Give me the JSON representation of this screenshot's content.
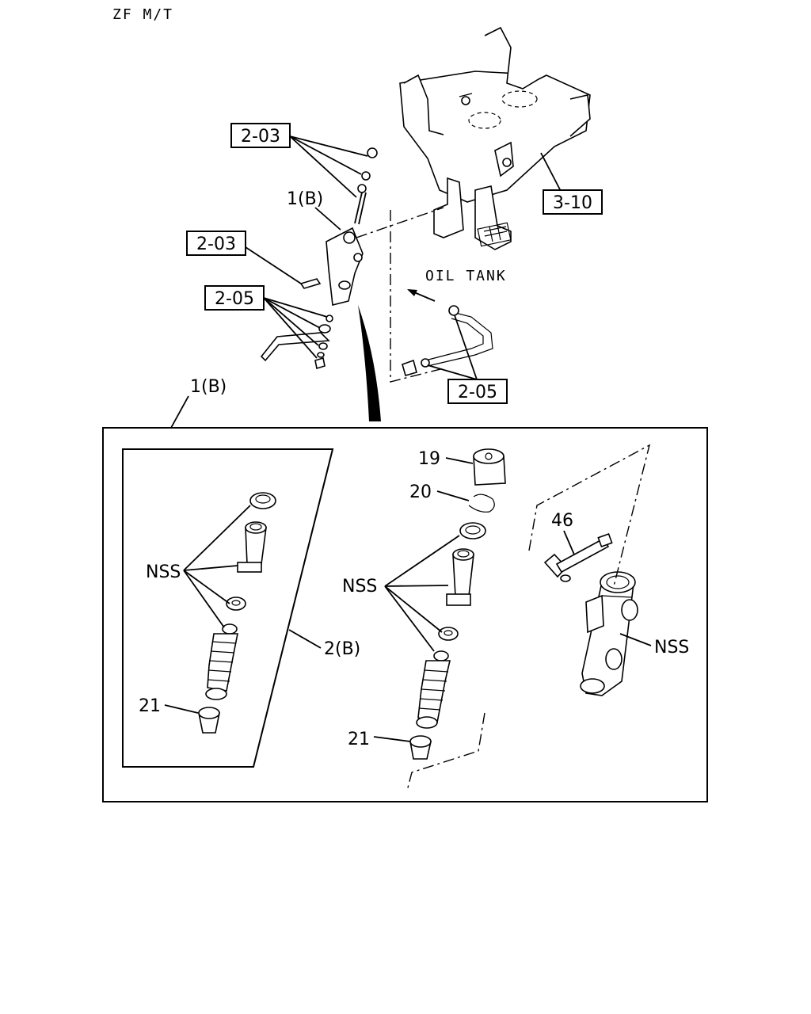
{
  "header": {
    "title": "ZF M/T"
  },
  "callouts": {
    "ref_2_03_top": "2-03",
    "ref_2_03_mid": "2-03",
    "ref_2_05_left": "2-05",
    "ref_2_05_right": "2-05",
    "ref_3_10": "3-10",
    "label_1b_top": "1(B)",
    "label_1b_detail": "1(B)",
    "label_2b": "2(B)",
    "oil_tank": "OIL TANK"
  },
  "parts": {
    "p19": "19",
    "p20": "20",
    "p46": "46",
    "p21_left": "21",
    "p21_right": "21",
    "nss_left": "NSS",
    "nss_mid": "NSS",
    "nss_right": "NSS"
  }
}
